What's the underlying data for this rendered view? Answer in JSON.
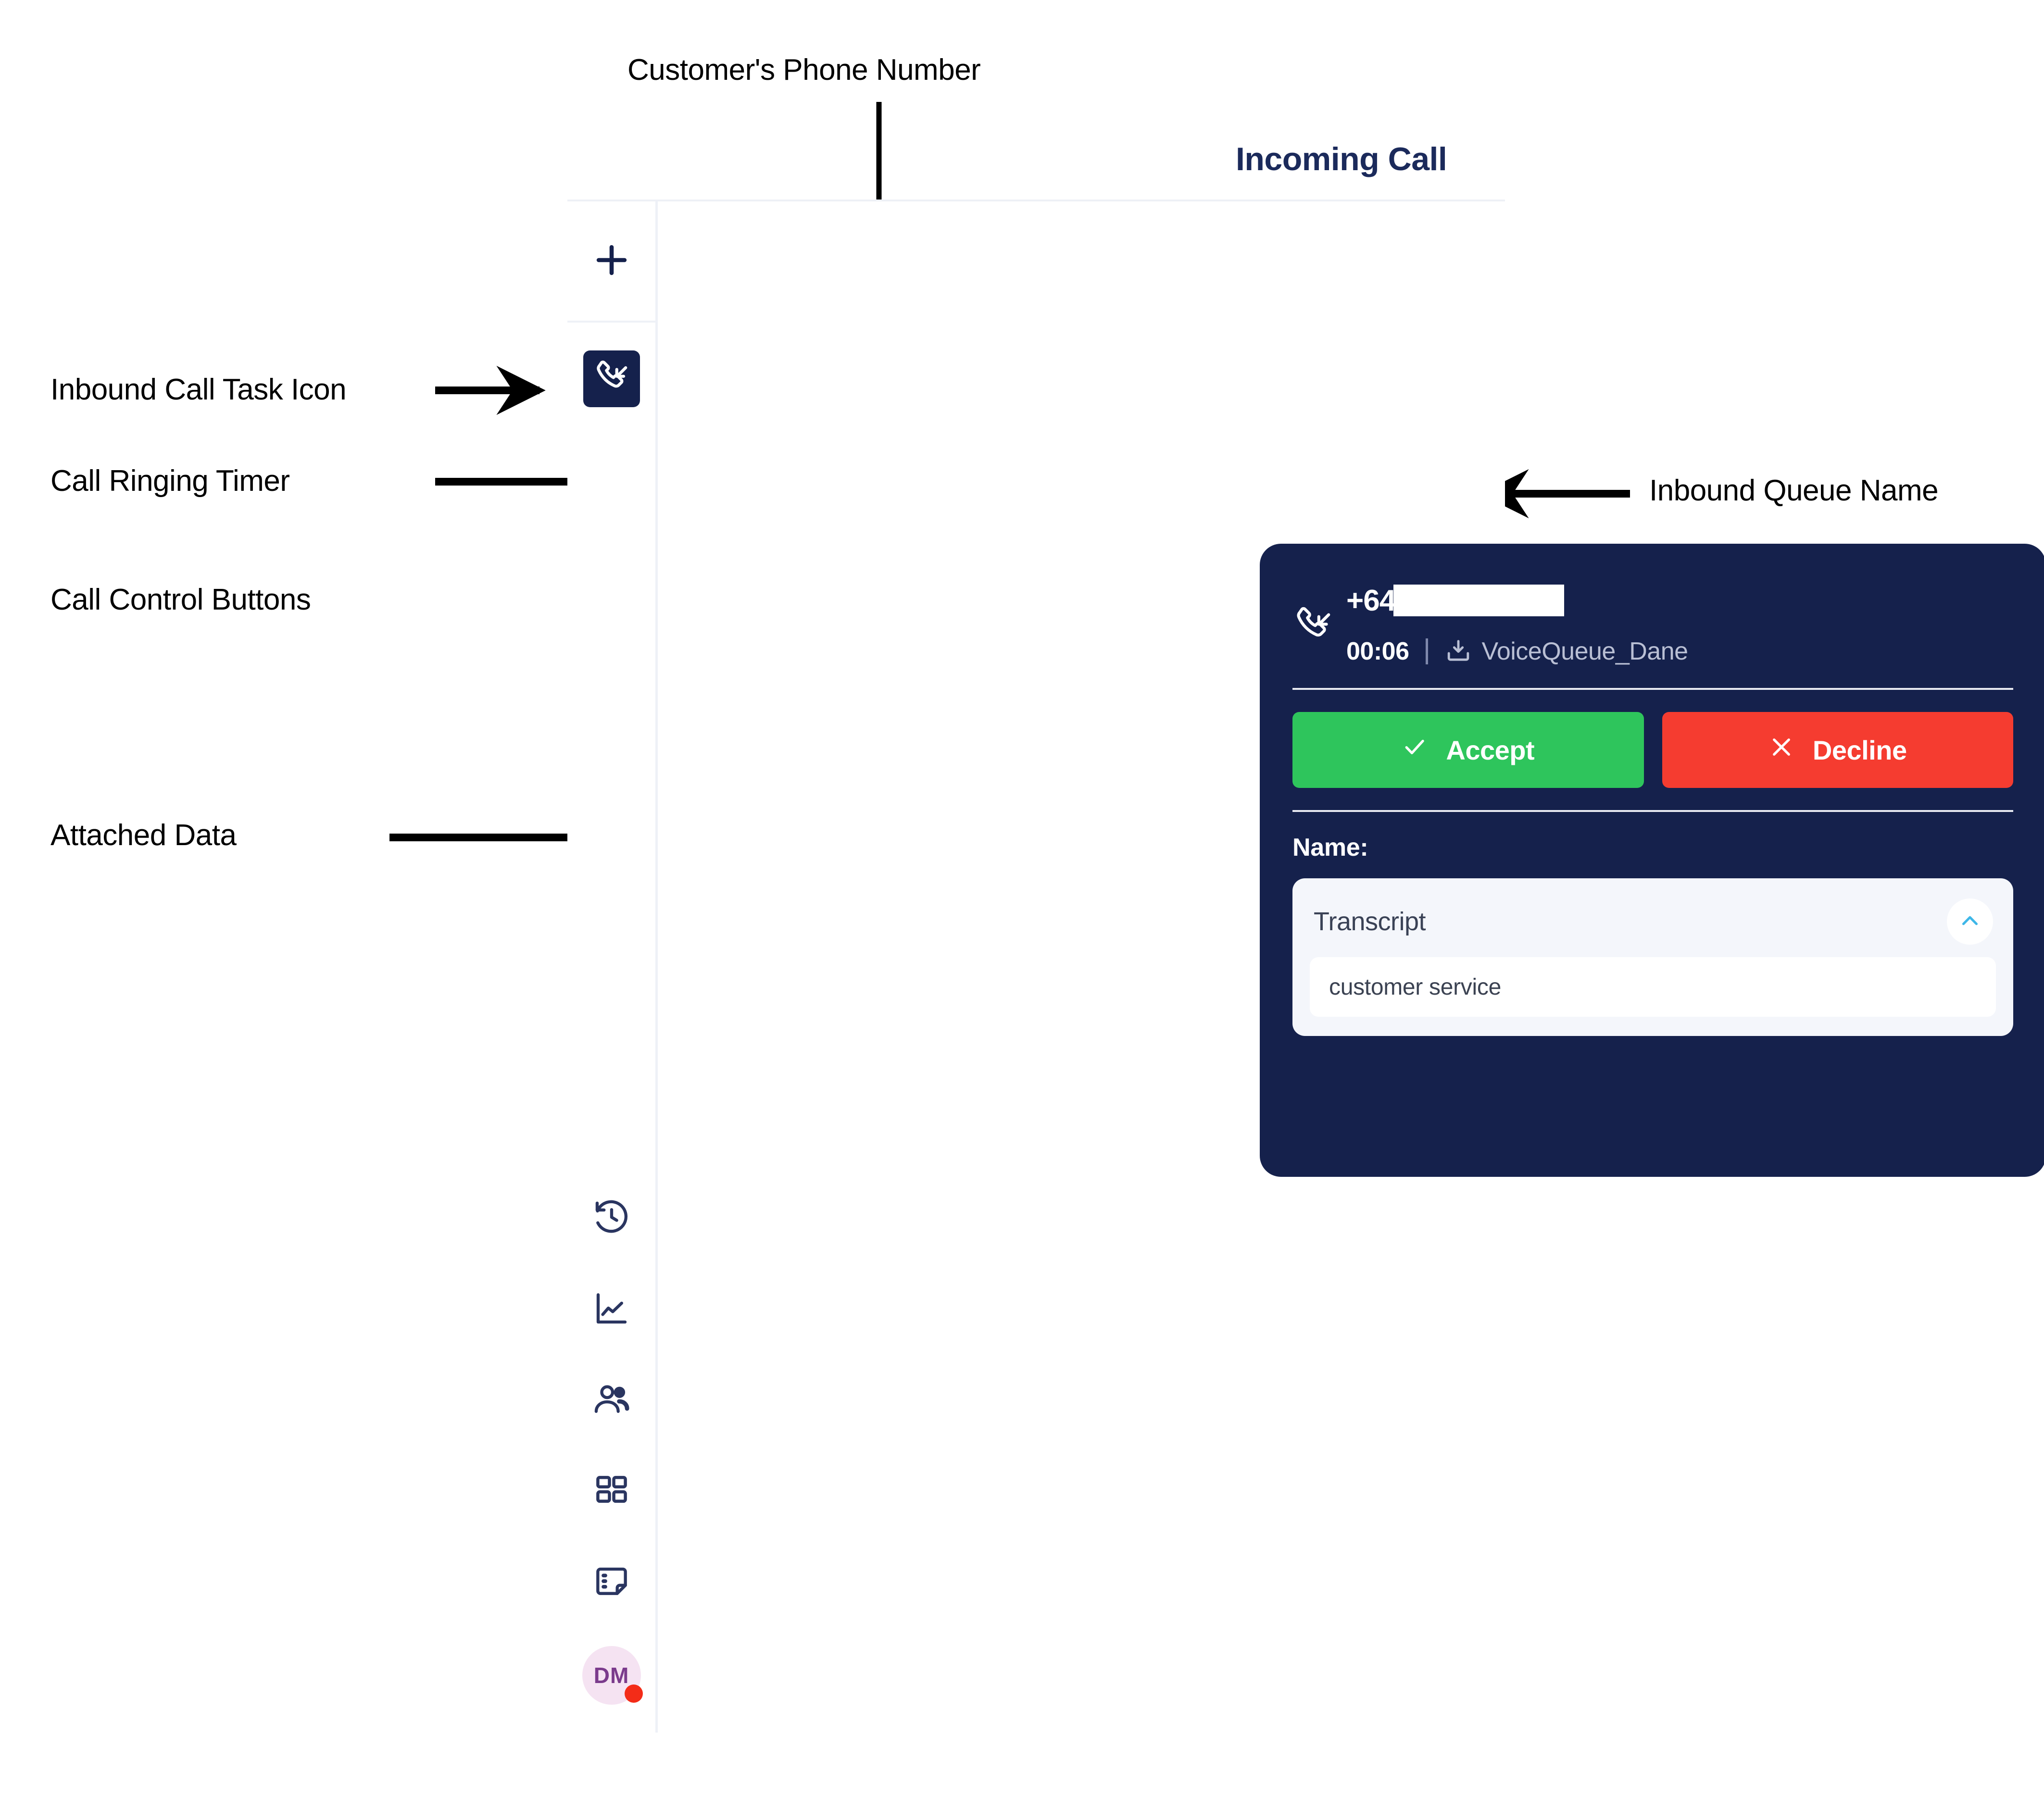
{
  "annotations": [
    {
      "id": "customers-phone-number",
      "label": "Customer's Phone Number"
    },
    {
      "id": "inbound-call-task-icon",
      "label": "Inbound Call Task Icon"
    },
    {
      "id": "call-ringing-timer",
      "label": "Call Ringing Timer"
    },
    {
      "id": "call-control-buttons",
      "label": "Call Control Buttons"
    },
    {
      "id": "attached-data",
      "label": "Attached Data"
    },
    {
      "id": "inbound-queue-name",
      "label": "Inbound Queue Name"
    }
  ],
  "panel": {
    "heading": "Incoming Call"
  },
  "sidebar": {
    "add_icon": "plus-icon",
    "task_icon": "inbound-call-icon",
    "items": [
      {
        "icon": "history-icon"
      },
      {
        "icon": "analytics-line-chart-icon"
      },
      {
        "icon": "contacts-people-icon"
      },
      {
        "icon": "apps-grid-icon"
      },
      {
        "icon": "notes-list-icon"
      }
    ],
    "avatar": {
      "initials": "DM",
      "status_color": "#F32C18",
      "background": "#F5E3F2"
    }
  },
  "call_card": {
    "direction_icon": "inbound-call-icon",
    "phone_number": "+64",
    "phone_redacted": true,
    "timer": "00:06",
    "queue_icon": "download-inbox-icon",
    "queue_name": "VoiceQueue_Dane",
    "accept": {
      "label": "Accept",
      "icon": "check-icon",
      "color": "#2EC55C"
    },
    "decline": {
      "label": "Decline",
      "icon": "close-x-icon",
      "color": "#F53C30"
    },
    "attached_data_label": "Name:",
    "transcript": {
      "title": "Transcript",
      "collapse_icon": "chevron-up-icon",
      "value": "customer service"
    },
    "background": "#15214C"
  }
}
